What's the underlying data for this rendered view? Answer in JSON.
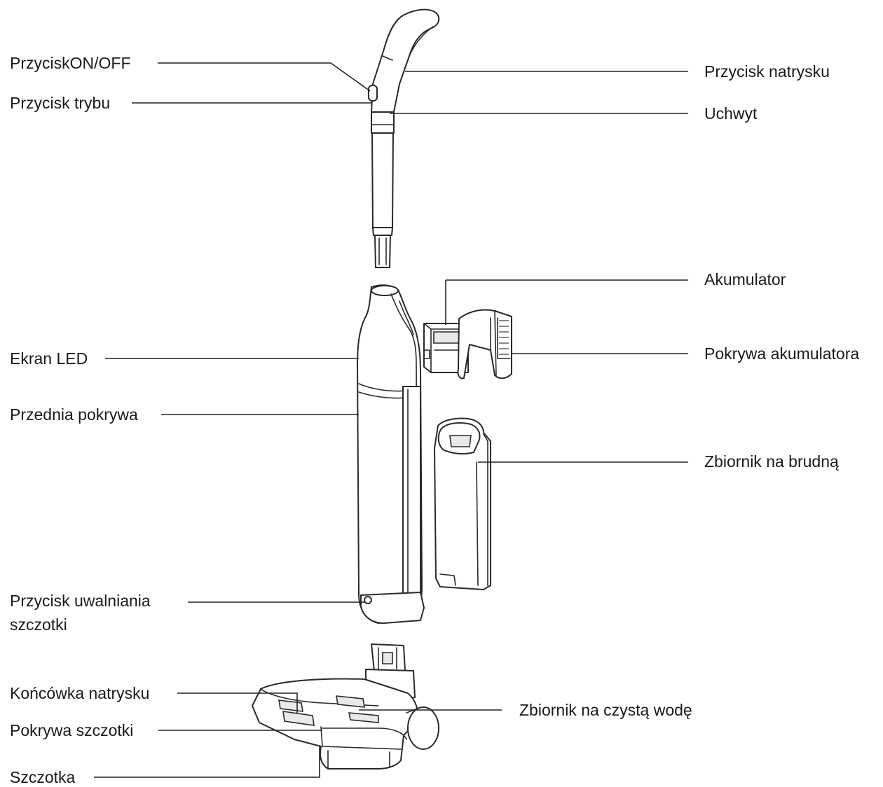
{
  "labels": {
    "on_off": "PrzyciskON/OFF",
    "mode": "Przycisk trybu",
    "spray": "Przycisk natrysku",
    "handle": "Uchwyt",
    "battery": "Akumulator",
    "led": "Ekran LED",
    "battery_cover": "Pokrywa akumulatora",
    "front_cover": "Przednia pokrywa",
    "dirty_tank": "Zbiornik na brudną",
    "brush_release": "Przycisk uwalniania szczotki",
    "spray_nozzle": "Końcówka natrysku",
    "clean_tank": "Zbiornik na czystą wodę",
    "brush_cover": "Pokrywa szczotki",
    "brush": "Szczotka"
  }
}
